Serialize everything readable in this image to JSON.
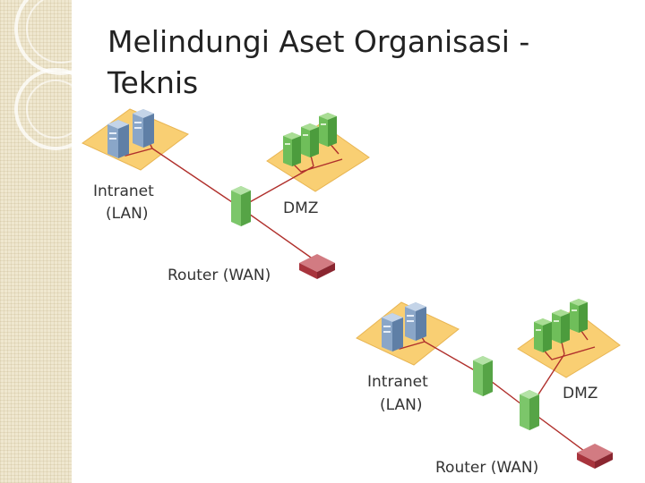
{
  "slide": {
    "title_line1": "Melindungi Aset Organisasi -",
    "title_line2": "Teknis"
  },
  "diagrams": [
    {
      "intranet_line1": "Intranet",
      "intranet_line2": "(LAN)",
      "dmz": "DMZ",
      "router": "Router (WAN)"
    },
    {
      "intranet_line1": "Intranet",
      "intranet_line2": "(LAN)",
      "dmz": "DMZ",
      "router": "Router (WAN)"
    }
  ],
  "colors": {
    "stripe": "#efe7cf",
    "zone_fill": "#f9cf73",
    "server_green": "#6fbe5a",
    "server_blue": "#8aa6c8",
    "router_red": "#b8404a",
    "link_red": "#b0302c"
  }
}
